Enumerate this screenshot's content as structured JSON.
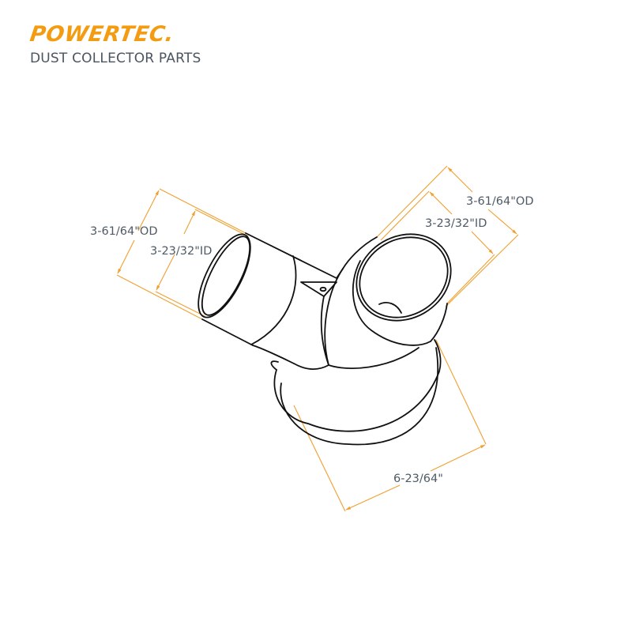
{
  "brand": {
    "logo_text": "POWERTEC.",
    "subtitle": "DUST COLLECTOR PARTS",
    "accent_color": "#F39C12",
    "text_color": "#4a5560"
  },
  "diagram": {
    "subject": "Y-fitting dust collector part line drawing",
    "line_color": "#111111",
    "dimension_color": "#F0A030",
    "dimensions": {
      "left_od": "3-61/64\"OD",
      "left_id": "3-23/32\"ID",
      "right_od": "3-61/64\"OD",
      "right_id": "3-23/32\"ID",
      "base_width": "6-23/64\""
    }
  }
}
